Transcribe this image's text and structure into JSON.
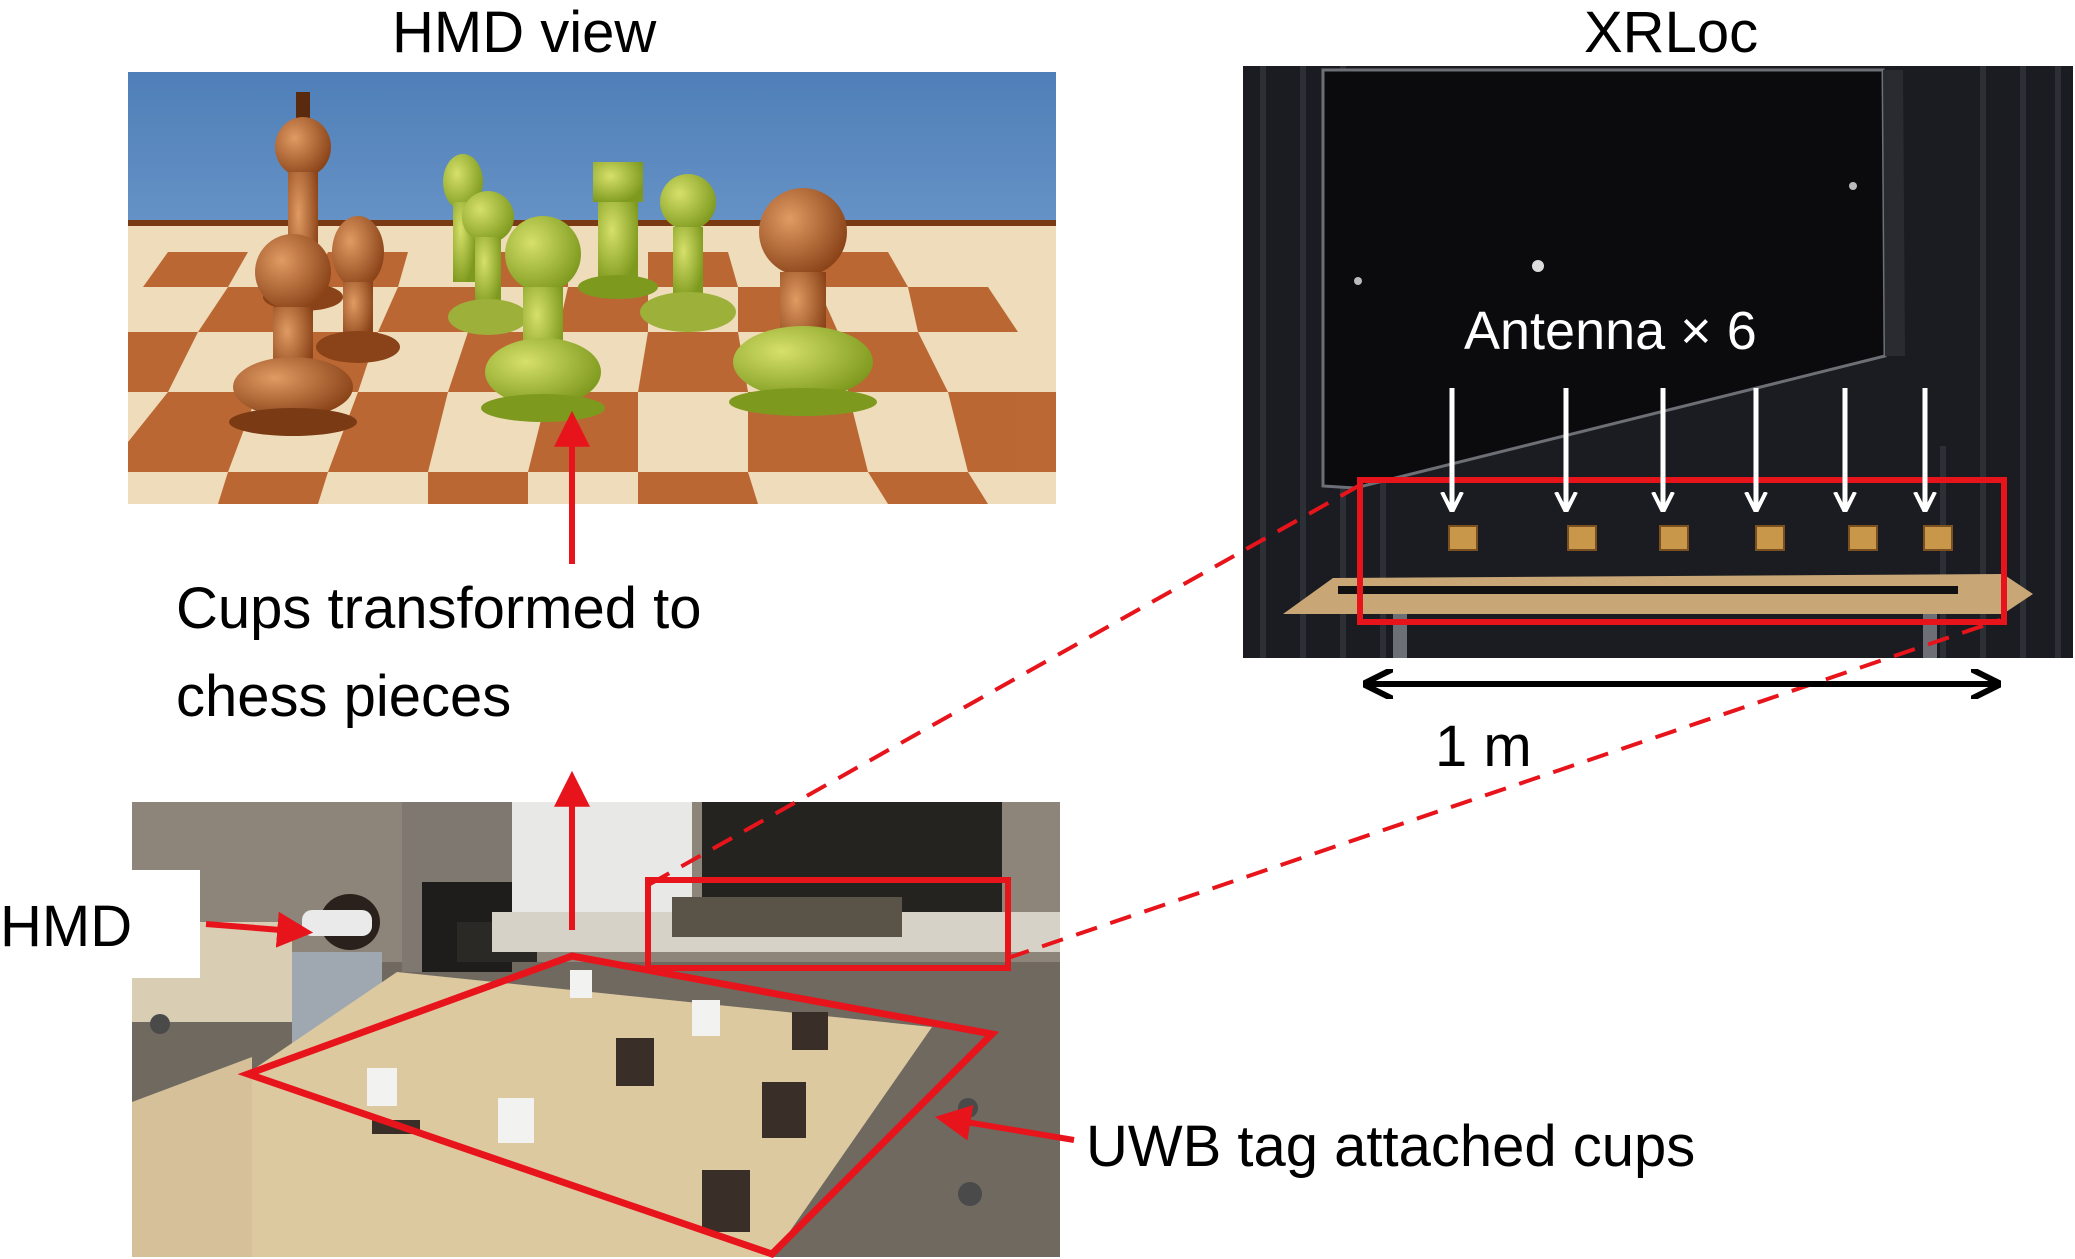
{
  "titles": {
    "hmd_view": "HMD view",
    "xrloc": "XRLoc"
  },
  "annotations": {
    "antenna": "Antenna × 6",
    "distance": "1 m",
    "cups_transformed_line1": "Cups transformed to",
    "cups_transformed_line2": "chess pieces",
    "hmd": "HMD",
    "uwb_tag": "UWB tag attached cups"
  },
  "colors": {
    "annotation_red": "#e8141b",
    "text": "#000000",
    "antenna_arrow": "#ffffff"
  }
}
